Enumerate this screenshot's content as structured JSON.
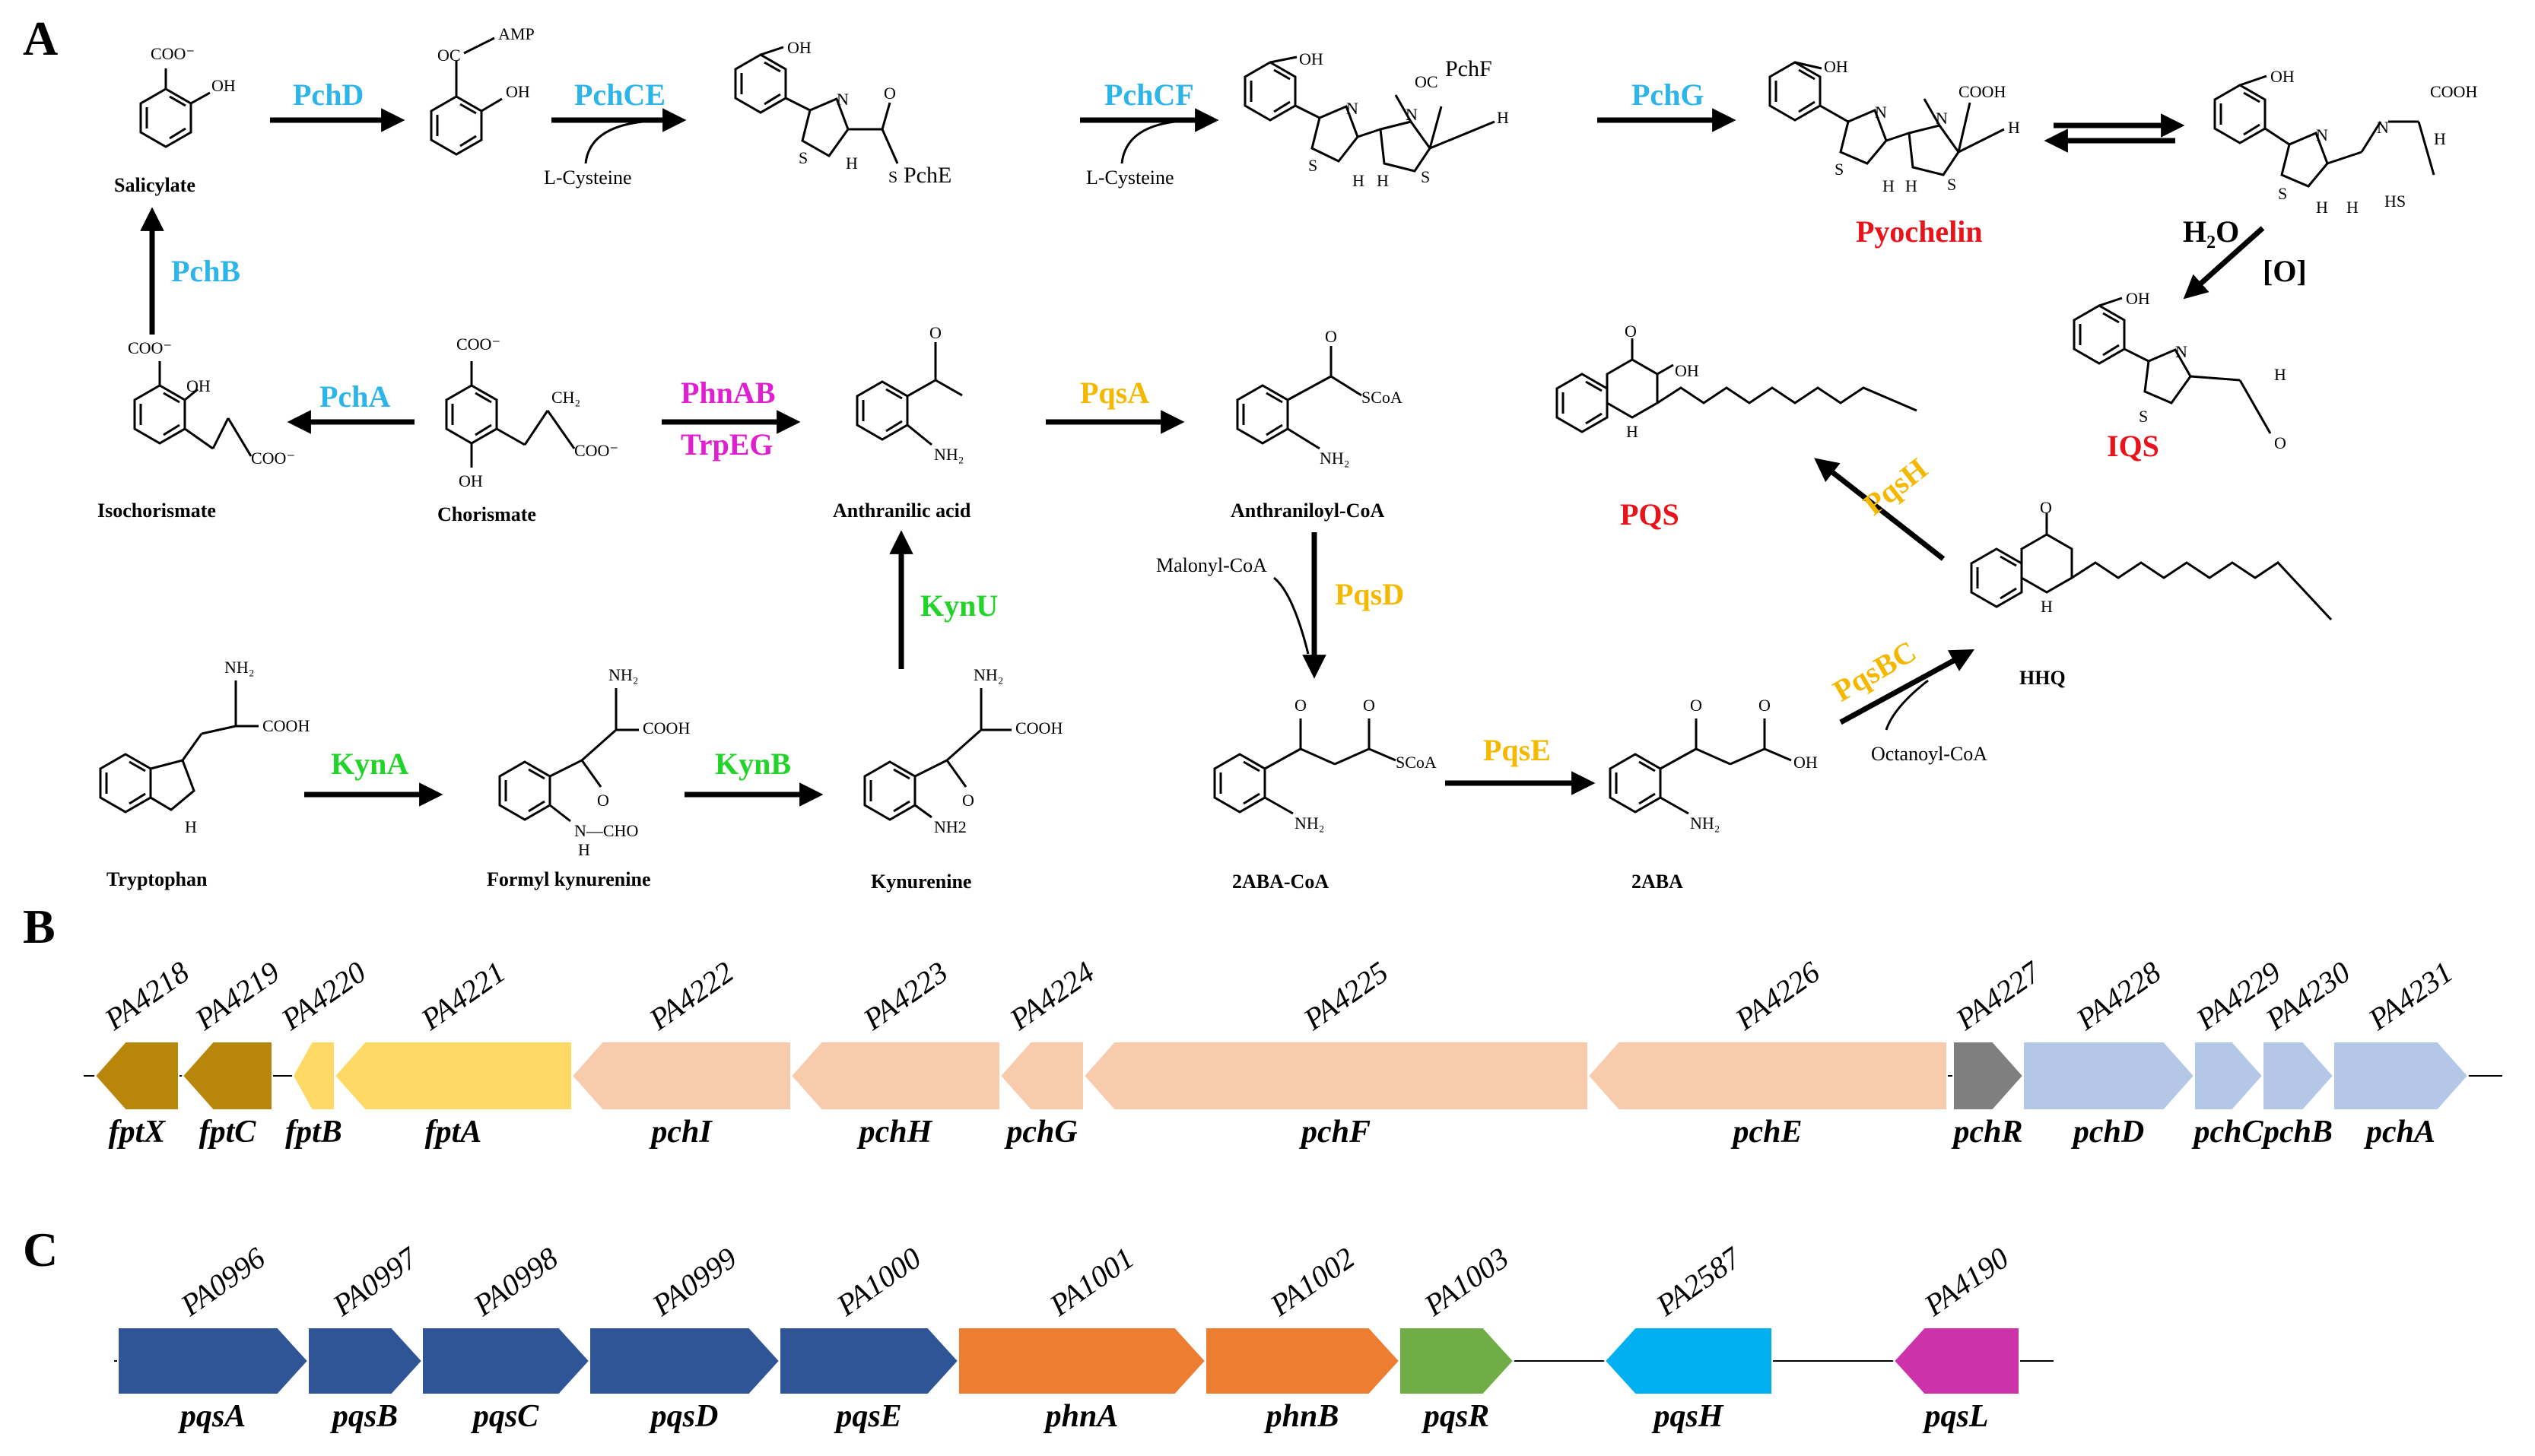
{
  "colors": {
    "enzyme_blue": "#2cb5e8",
    "enzyme_orange": "#f4b800",
    "enzyme_green": "#22d42a",
    "enzyme_magenta": "#e020d0",
    "product_red": "#e8141c"
  },
  "panel_labels": [
    "A",
    "B",
    "C"
  ],
  "enzymes": {
    "pchD": "PchD",
    "pchCE": "PchCE",
    "pchCF": "PchCF",
    "pchG": "PchG",
    "pchB": "PchB",
    "pchA": "PchA",
    "phnAB": "PhnAB",
    "trpEG": "TrpEG",
    "pqsA": "PqsA",
    "pqsD": "PqsD",
    "pqsE": "PqsE",
    "pqsBC": "PqsBC",
    "pqsH": "PqsH",
    "kynA": "KynA",
    "kynB": "KynB",
    "kynU": "KynU"
  },
  "molecules": {
    "salicylate": "Salicylate",
    "isochorismate": "Isochorismate",
    "chorismate": "Chorismate",
    "anthranilic_acid": "Anthranilic acid",
    "anthraniloyl_coa": "Anthraniloyl-CoA",
    "tryptophan": "Tryptophan",
    "formyl_kynurenine": "Formyl kynurenine",
    "kynurenine": "Kynurenine",
    "aba_coa": "2ABA-CoA",
    "aba": "2ABA",
    "hhq": "HHQ"
  },
  "products": {
    "pyochelin": "Pyochelin",
    "iqs": "IQS",
    "pqs": "PQS"
  },
  "cosubstrates": {
    "l_cysteine_1": "L-Cysteine",
    "l_cysteine_2": "L-Cysteine",
    "malonyl_coa": "Malonyl-CoA",
    "octanoyl_coa": "Octanoyl-CoA",
    "water": "H₂O",
    "oxidant": "[O]"
  },
  "atoms": {
    "coo_minus": "COO⁻",
    "oh": "OH",
    "amp": "AMP",
    "oc": "OC",
    "s": "S",
    "n": "N",
    "h": "H",
    "pche": "PchE",
    "pchf": "PchF",
    "cooh": "COOH",
    "nh2": "NH₂",
    "scoa": "SCoA",
    "o": "O",
    "nh": "H",
    "hs": "HS",
    "ch2": "CH₂",
    "nh2_plain": "NH2",
    "n_cho": "N—CHO"
  },
  "cluster_pch": {
    "genes": [
      {
        "pa": "PA4218",
        "name": "fptX",
        "color": "#b8860b"
      },
      {
        "pa": "PA4219",
        "name": "fptC",
        "color": "#b8860b"
      },
      {
        "pa": "PA4220",
        "name": "fptB",
        "color": "#ffd966"
      },
      {
        "pa": "PA4221",
        "name": "fptA",
        "color": "#ffd966"
      },
      {
        "pa": "PA4222",
        "name": "pchI",
        "color": "#f8cbad"
      },
      {
        "pa": "PA4223",
        "name": "pchH",
        "color": "#f8cbad"
      },
      {
        "pa": "PA4224",
        "name": "pchG",
        "color": "#f8cbad"
      },
      {
        "pa": "PA4225",
        "name": "pchF",
        "color": "#f8cbad"
      },
      {
        "pa": "PA4226",
        "name": "pchE",
        "color": "#f8cbad"
      },
      {
        "pa": "PA4227",
        "name": "pchR",
        "color": "#7f7f7f"
      },
      {
        "pa": "PA4228",
        "name": "pchD",
        "color": "#b4c7e7"
      },
      {
        "pa": "PA4229",
        "name": "pchC",
        "color": "#b4c7e7"
      },
      {
        "pa": "PA4230",
        "name": "pchB",
        "color": "#b4c7e7"
      },
      {
        "pa": "PA4231",
        "name": "pchA",
        "color": "#b4c7e7"
      }
    ]
  },
  "cluster_pqs": {
    "genes": [
      {
        "pa": "PA0996",
        "name": "pqsA",
        "color": "#2f5597"
      },
      {
        "pa": "PA0997",
        "name": "pqsB",
        "color": "#2f5597"
      },
      {
        "pa": "PA0998",
        "name": "pqsC",
        "color": "#2f5597"
      },
      {
        "pa": "PA0999",
        "name": "pqsD",
        "color": "#2f5597"
      },
      {
        "pa": "PA1000",
        "name": "pqsE",
        "color": "#2f5597"
      },
      {
        "pa": "PA1001",
        "name": "phnA",
        "color": "#ed7d31"
      },
      {
        "pa": "PA1002",
        "name": "phnB",
        "color": "#ed7d31"
      },
      {
        "pa": "PA1003",
        "name": "pqsR",
        "color": "#70ad47"
      },
      {
        "pa": "PA2587",
        "name": "pqsH",
        "color": "#00b0f0"
      },
      {
        "pa": "PA4190",
        "name": "pqsL",
        "color": "#cc33aa"
      }
    ]
  }
}
